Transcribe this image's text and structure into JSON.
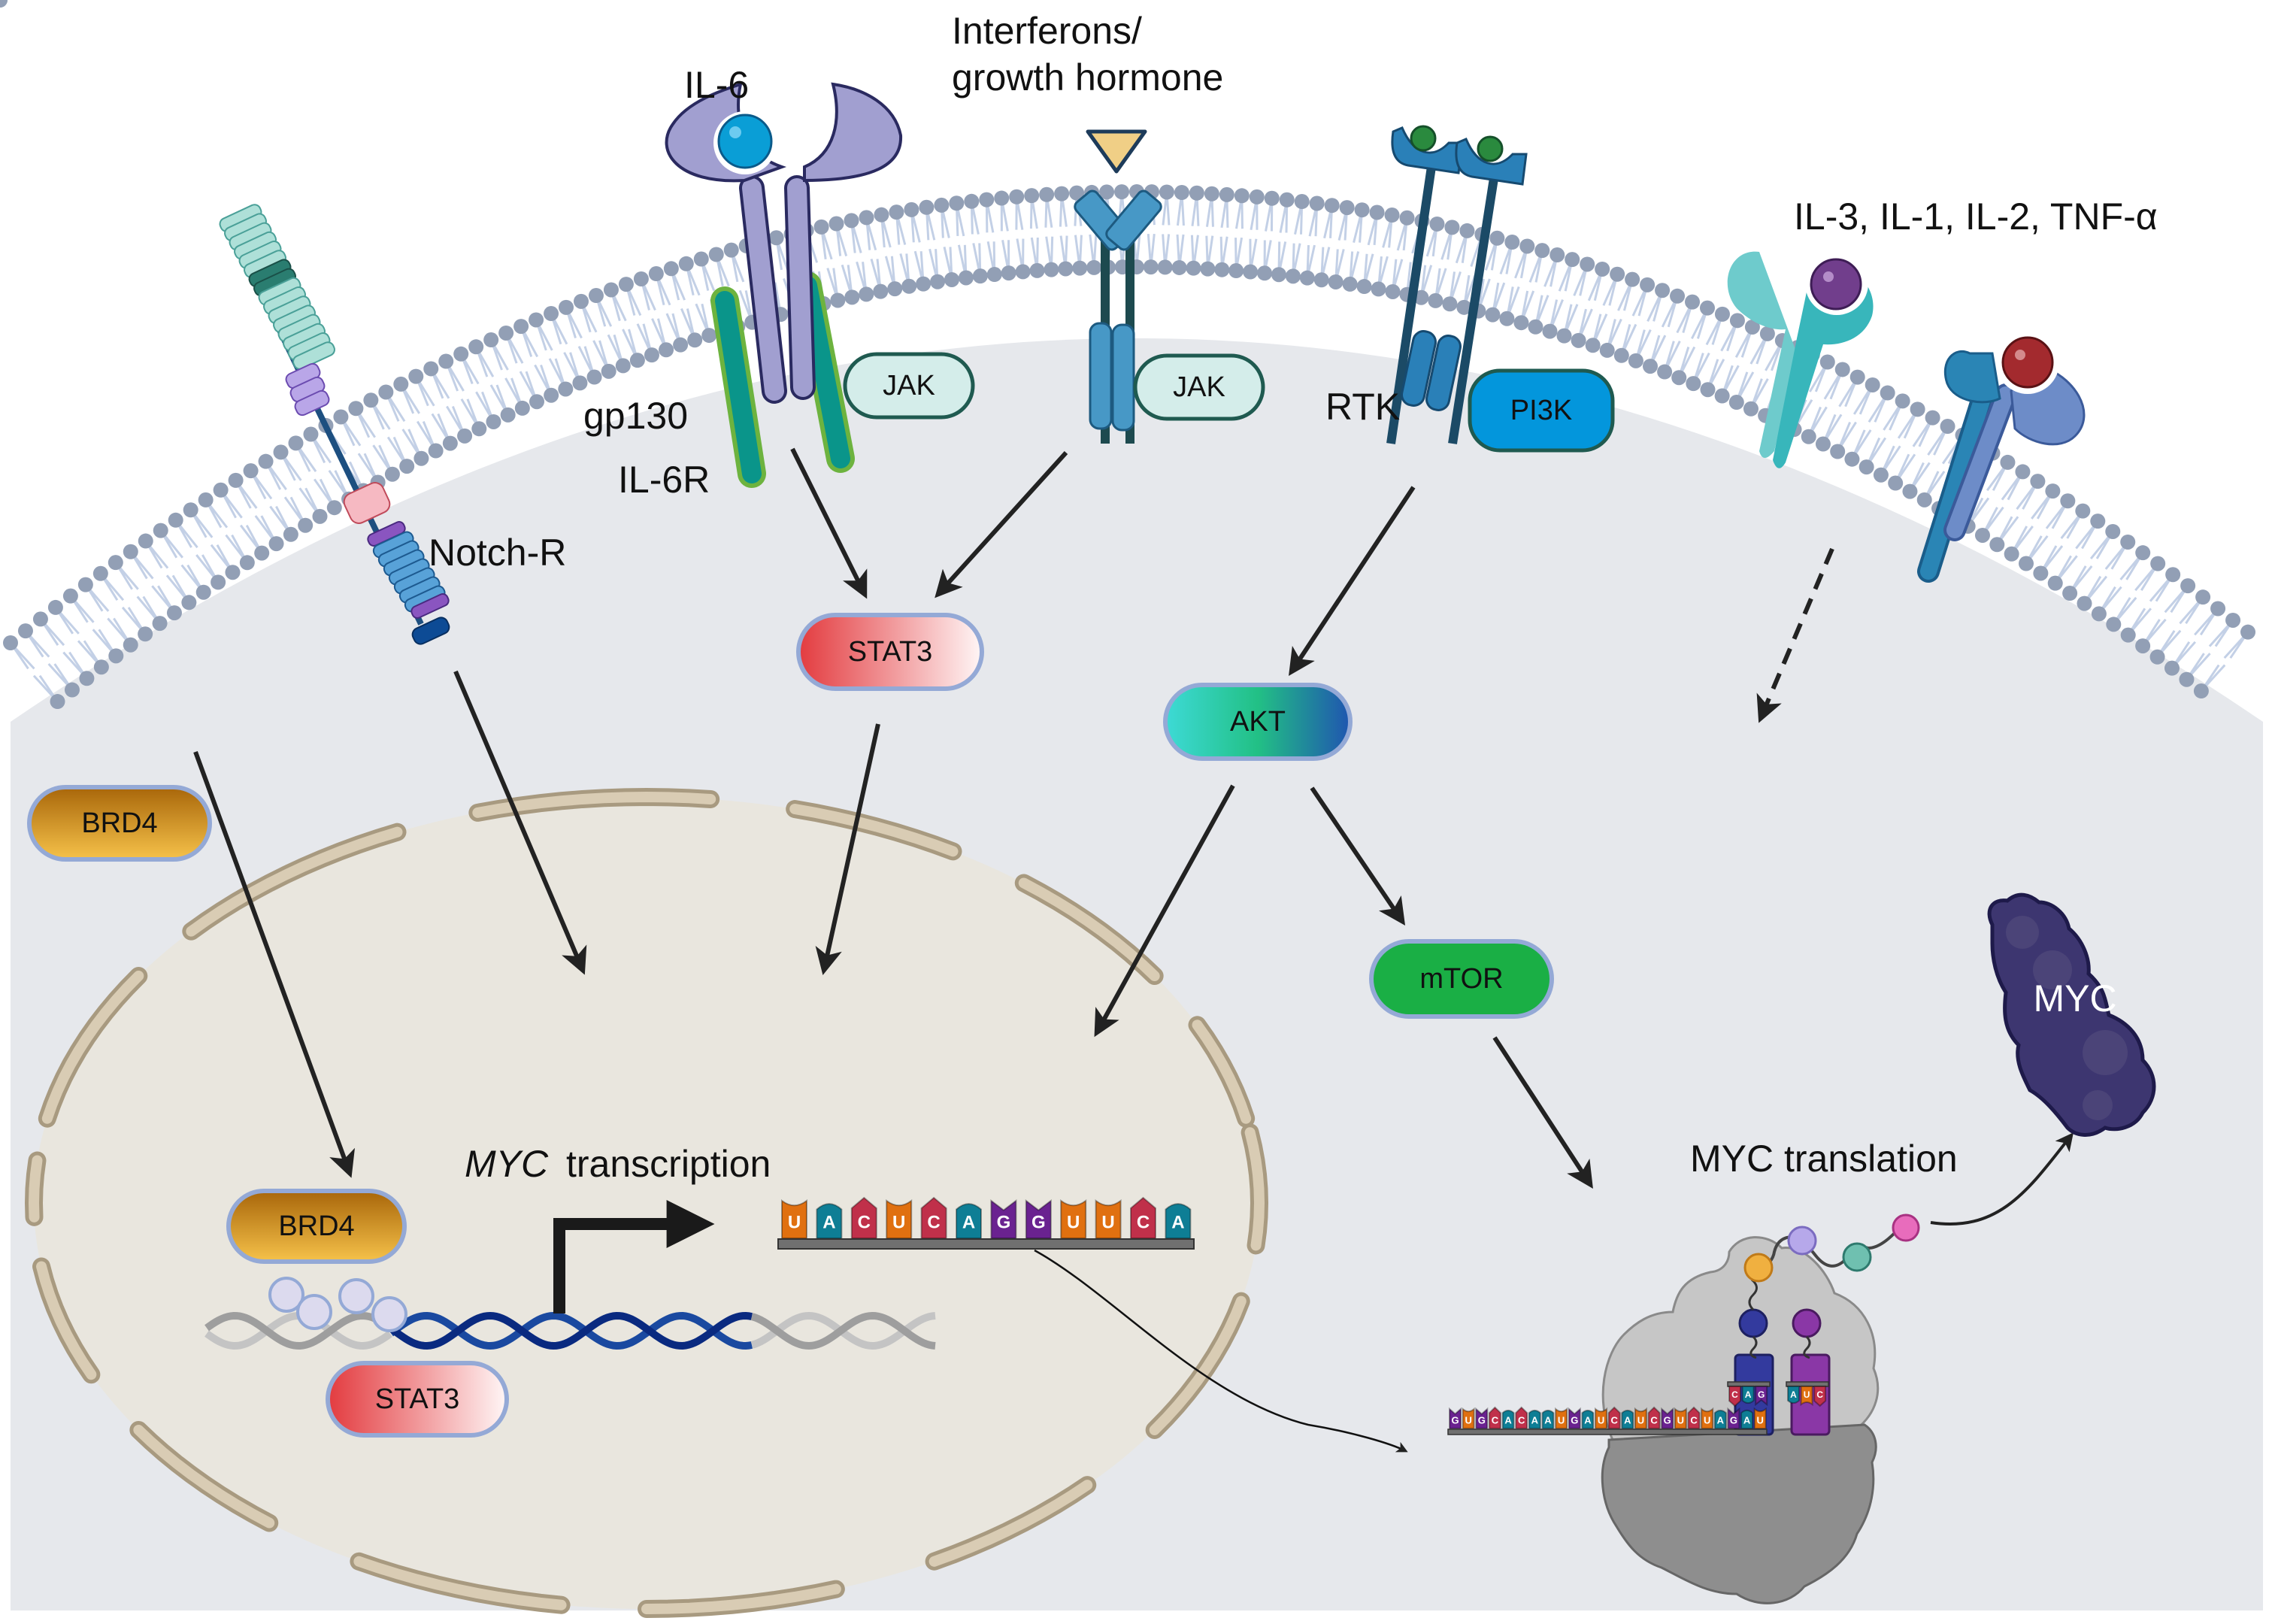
{
  "figure": {
    "title": "MYC regulation: signaling pathways to MYC transcription and translation",
    "colors": {
      "background": "#ffffff",
      "cytoplasm": "#e6e8ec",
      "nucleus": "#e9e6de",
      "nuclear_envelope_fill": "#d9ccb4",
      "nuclear_envelope_stroke": "#a89a80",
      "lipid_head": "#929fb5",
      "lipid_tail": "#c3d0e6",
      "arrow": "#222222",
      "base_U": "#e07010",
      "base_A": "#0e7e95",
      "base_C": "#c0304a",
      "base_G": "#6a2290",
      "myc_protein": "#3d3670",
      "ribosome": "#9a9a9a"
    }
  },
  "ligands": {
    "il6": "IL-6",
    "interferons_line1": "Interferons/",
    "interferons_line2": "growth hormone",
    "cytokines": "IL-3, IL-1, IL-2, TNF-α"
  },
  "receptors": {
    "gp130": "gp130",
    "il6r": "IL-6R",
    "notch": "Notch-R",
    "rtk": "RTK"
  },
  "nodes": {
    "jak1": "JAK",
    "jak2": "JAK",
    "pi3k": "PI3K",
    "stat3_cyto": "STAT3",
    "akt": "AKT",
    "mtor": "mTOR",
    "brd4_cyto": "BRD4",
    "brd4_nuc": "BRD4",
    "stat3_nuc": "STAT3",
    "myc_protein": "MYC"
  },
  "processes": {
    "transcription_gene": "MYC",
    "transcription_word": "transcription",
    "translation": "MYC translation"
  },
  "sequences": {
    "nuclear_mrna": [
      "U",
      "A",
      "C",
      "U",
      "C",
      "A",
      "G",
      "G",
      "U",
      "U",
      "C",
      "A"
    ],
    "ribosome_mrna": [
      "G",
      "U",
      "G",
      "C",
      "A",
      "C",
      "A",
      "A",
      "U",
      "G",
      "A",
      "U",
      "C",
      "A",
      "U",
      "C",
      "G",
      "U",
      "C",
      "U",
      "A",
      "G",
      "A",
      "U"
    ],
    "trna_anticodon_1": [
      "C",
      "A",
      "G"
    ],
    "trna_anticodon_2": [
      "A",
      "U",
      "C"
    ]
  },
  "edges": [
    {
      "from": "IL-6 receptor",
      "to": "STAT3",
      "style": "solid"
    },
    {
      "from": "Interferon receptor/JAK",
      "to": "STAT3",
      "style": "solid"
    },
    {
      "from": "RTK/PI3K",
      "to": "AKT",
      "style": "solid"
    },
    {
      "from": "Cytokine receptors",
      "to": "cytoplasm",
      "style": "dashed"
    },
    {
      "from": "Notch-R",
      "to": "nucleus",
      "style": "solid"
    },
    {
      "from": "STAT3",
      "to": "nucleus",
      "style": "solid"
    },
    {
      "from": "AKT",
      "to": "nucleus",
      "style": "solid"
    },
    {
      "from": "AKT",
      "to": "mTOR",
      "style": "solid"
    },
    {
      "from": "mTOR",
      "to": "ribosome",
      "style": "solid"
    },
    {
      "from": "BRD4",
      "to": "BRD4 (chromatin)",
      "style": "solid"
    },
    {
      "from": "nascent peptide",
      "to": "MYC",
      "style": "curved"
    }
  ]
}
